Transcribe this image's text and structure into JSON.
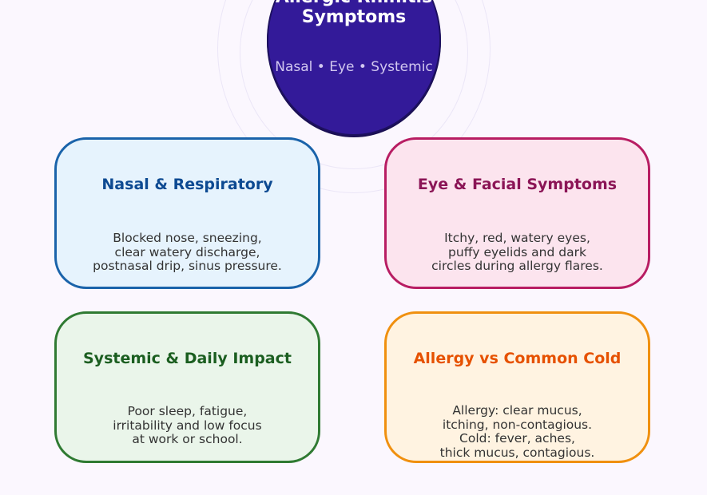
{
  "center": {
    "title": "Allergic Rhinitis\nSymptoms",
    "subtitle": "Nasal • Eye • Systemic"
  },
  "cards": [
    {
      "title": "Nasal & Respiratory",
      "body": "Blocked nose, sneezing,\nclear watery discharge,\npostnasal drip, sinus pressure."
    },
    {
      "title": "Eye & Facial Symptoms",
      "body": "Itchy, red, watery eyes,\npuffy eyelids and dark\ncircles during allergy flares."
    },
    {
      "title": "Systemic & Daily Impact",
      "body": "Poor sleep, fatigue,\nirritability and low focus\nat work or school."
    },
    {
      "title": "Allergy vs Common Cold",
      "body": "Allergy: clear mucus,\nitching, non-contagious.\nCold: fever, aches,\nthick mucus, contagious."
    }
  ],
  "colors": {
    "center_fill": "#331a99",
    "nasal_border": "#1a63aa",
    "eye_border": "#b81d63",
    "systemic_border": "#2f7a32",
    "cold_border": "#f0900f"
  }
}
